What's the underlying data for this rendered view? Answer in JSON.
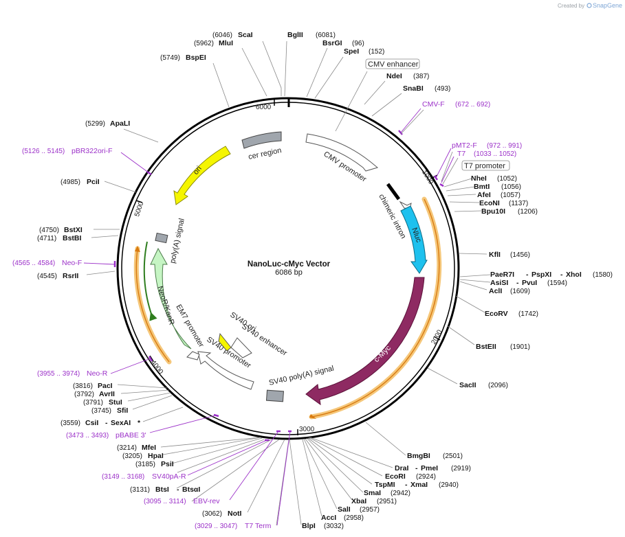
{
  "credit": {
    "text": "Created by",
    "brand": "SnapGene"
  },
  "plasmid": {
    "name": "NanoLuc-cMyc Vector",
    "size_label": "6086 bp"
  },
  "ticks": [
    "1000",
    "2000",
    "3000",
    "4000",
    "5000",
    "6000"
  ],
  "features": {
    "cmv_promoter": "CMV promoter",
    "chimeric_intron": "chimeric intron",
    "nluc": "Nluc",
    "cmyc": "c-Myc",
    "sv40_polya": "SV40 poly(A) signal",
    "sv40_promoter": "SV40 promoter",
    "sv40_ori": "SV40 ori",
    "sv40_enhancer": "SV40 enhancer",
    "em7_promoter": "EM7 promoter",
    "neor": "NeoR/KanR",
    "polya": "poly(A) signal",
    "ori": "ori",
    "cer": "cer region"
  },
  "boxed": {
    "cmv_enhancer": "CMV enhancer",
    "t7_promoter": "T7 promoter"
  },
  "sites": {
    "scai": {
      "name": "ScaI",
      "pos": "(6046)"
    },
    "bglii": {
      "name": "BglII",
      "pos": "(6081)"
    },
    "mlui": {
      "name": "MluI",
      "pos": "(5962)"
    },
    "bsrgi": {
      "name": "BsrGI",
      "pos": "(96)"
    },
    "spei": {
      "name": "SpeI",
      "pos": "(152)"
    },
    "bspei": {
      "name": "BspEI",
      "pos": "(5749)"
    },
    "ndei": {
      "name": "NdeI",
      "pos": "(387)"
    },
    "snabi": {
      "name": "SnaBI",
      "pos": "(493)"
    },
    "apali": {
      "name": "ApaLI",
      "pos": "(5299)"
    },
    "nhei": {
      "name": "NheI",
      "pos": "(1052)"
    },
    "bmti": {
      "name": "BmtI",
      "pos": "(1056)"
    },
    "afei": {
      "name": "AfeI",
      "pos": "(1057)"
    },
    "econi": {
      "name": "EcoNI",
      "pos": "(1137)"
    },
    "bpu10i": {
      "name": "Bpu10I",
      "pos": "(1206)"
    },
    "pcii": {
      "name": "PciI",
      "pos": "(4985)"
    },
    "kfli": {
      "name": "KflI",
      "pos": "(1456)"
    },
    "bstxi": {
      "name": "BstXI",
      "pos": "(4750)"
    },
    "bstbi": {
      "name": "BstBI",
      "pos": "(4711)"
    },
    "paer7i": {
      "name": "PaeR7I",
      "sep": "-"
    },
    "pspxi": {
      "name": "PspXI",
      "sep": "-"
    },
    "xhoi": {
      "name": "XhoI",
      "pos": "(1580)"
    },
    "asisi": {
      "name": "AsiSI",
      "sep": "-"
    },
    "pvui": {
      "name": "PvuI",
      "pos": "(1594)"
    },
    "acli": {
      "name": "AclI",
      "pos": "(1609)"
    },
    "rsrii": {
      "name": "RsrII",
      "pos": "(4545)"
    },
    "ecorv": {
      "name": "EcoRV",
      "pos": "(1742)"
    },
    "bsteii": {
      "name": "BstEII",
      "pos": "(1901)"
    },
    "sacii": {
      "name": "SacII",
      "pos": "(2096)"
    },
    "paci": {
      "name": "PacI",
      "pos": "(3816)"
    },
    "avrii": {
      "name": "AvrII",
      "pos": "(3792)"
    },
    "stui": {
      "name": "StuI",
      "pos": "(3791)"
    },
    "sfii": {
      "name": "SfiI",
      "pos": "(3745)"
    },
    "csii": {
      "name": "CsiI",
      "pos": "(3559)"
    },
    "sexai": {
      "name": "SexAI",
      "sep": "-",
      "star": "*"
    },
    "bmgbi": {
      "name": "BmgBI",
      "pos": "(2501)"
    },
    "drai": {
      "name": "DraI",
      "sep": "-"
    },
    "pmei": {
      "name": "PmeI",
      "pos": "(2919)"
    },
    "ecori": {
      "name": "EcoRI",
      "pos": "(2924)"
    },
    "tspmi": {
      "name": "TspMI",
      "sep": "-"
    },
    "xmai": {
      "name": "XmaI",
      "pos": "(2940)"
    },
    "smai": {
      "name": "SmaI",
      "pos": "(2942)"
    },
    "xbai": {
      "name": "XbaI",
      "pos": "(2951)"
    },
    "sali": {
      "name": "SalI",
      "pos": "(2957)"
    },
    "acci": {
      "name": "AccI",
      "pos": "(2958)"
    },
    "blpi": {
      "name": "BlpI",
      "pos": "(3032)"
    },
    "mfei": {
      "name": "MfeI",
      "pos": "(3214)"
    },
    "hpai": {
      "name": "HpaI",
      "pos": "(3205)"
    },
    "psii": {
      "name": "PsiI",
      "pos": "(3185)"
    },
    "btsi": {
      "name": "BtsI",
      "sep": "-",
      "pos": "(3131)"
    },
    "btsai": {
      "name": "BtsαI"
    },
    "noti": {
      "name": "NotI",
      "pos": "(3062)"
    }
  },
  "primers": {
    "cmvf": {
      "name": "CMV-F",
      "range": "(672 .. 692)"
    },
    "pmt2f": {
      "name": "pMT2-F",
      "range": "(972 .. 991)"
    },
    "t7": {
      "name": "T7",
      "range": "(1033 .. 1052)"
    },
    "pbr322": {
      "name": "pBR322ori-F",
      "range": "(5126 .. 5145)"
    },
    "neof": {
      "name": "Neo-F",
      "range": "(4565 .. 4584)"
    },
    "neor": {
      "name": "Neo-R",
      "range": "(3955 .. 3974)"
    },
    "pbabe": {
      "name": "pBABE 3'",
      "range": "(3473 .. 3493)"
    },
    "sv40pa": {
      "name": "SV40pA-R",
      "range": "(3149 .. 3168)"
    },
    "ebv": {
      "name": "EBV-rev",
      "range": "(3095 .. 3114)"
    },
    "t7term": {
      "name": "T7 Term",
      "range": "(3029 .. 3047)"
    }
  },
  "colors": {
    "primer": "#9b30c8",
    "nluc": "#1ec1ee",
    "cmyc": "#8e2a62",
    "ori": "#f5f500",
    "neo": "#c6f5c4",
    "cer": "#a0a6ad",
    "orf": "#f5c77a"
  }
}
